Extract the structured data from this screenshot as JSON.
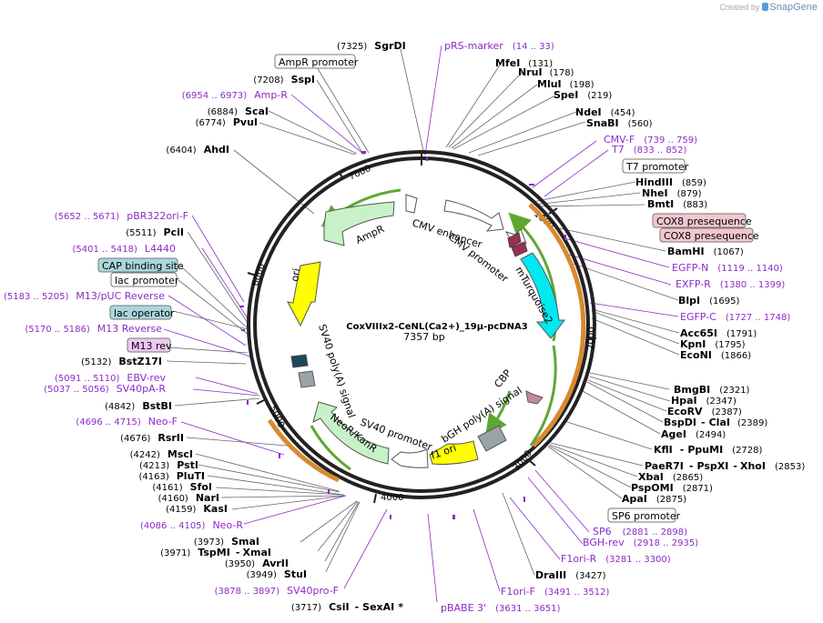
{
  "credit": {
    "prefix": "Created by",
    "brand": "SnapGene"
  },
  "map": {
    "name": "CoxVIIIx2-CeNL(Ca2+)_19μ-pcDNA3",
    "length": "7357 bp",
    "ticks": [
      "1000",
      "2000",
      "3000",
      "4000",
      "5000",
      "6000",
      "7000"
    ]
  },
  "features": {
    "cmv_enhancer": "CMV enhancer",
    "cmv_promoter": "CMV promoter",
    "mturquoise2": "mTurquoise2",
    "cbp": "CBP",
    "bgh": "bGH poly(A) signal",
    "f1_ori": "f1 ori",
    "sv40_promoter": "SV40 promoter",
    "neor": "NeoR/KanR",
    "sv40_polya": "SV40 poly(A) signal",
    "ori": "ori",
    "ampr": "AmpR"
  },
  "labels": {
    "sgrdi": {
      "pos": "(7325)",
      "name": "SgrDI"
    },
    "prs": {
      "name": "pRS-marker",
      "pos": "(14 .. 33)"
    },
    "mfei": {
      "name": "MfeI",
      "pos": "(131)"
    },
    "nrui": {
      "name": "NruI",
      "pos": "(178)"
    },
    "mlui": {
      "name": "MluI",
      "pos": "(198)"
    },
    "spei": {
      "name": "SpeI",
      "pos": "(219)"
    },
    "ndei": {
      "name": "NdeI",
      "pos": "(454)"
    },
    "snabi": {
      "name": "SnaBI",
      "pos": "(560)"
    },
    "cmvf": {
      "name": "CMV-F",
      "pos": "(739 .. 759)"
    },
    "t7": {
      "name": "T7",
      "pos": "(833 .. 852)"
    },
    "t7prom": {
      "name": "T7 promoter"
    },
    "hindiii": {
      "name": "HindIII",
      "pos": "(859)"
    },
    "nhei": {
      "name": "NheI",
      "pos": "(879)"
    },
    "bmti": {
      "name": "BmtI",
      "pos": "(883)"
    },
    "cox8a": {
      "name": "COX8 presequence"
    },
    "cox8b": {
      "name": "COX8 presequence"
    },
    "bamhi": {
      "name": "BamHI",
      "pos": "(1067)"
    },
    "egfpn": {
      "name": "EGFP-N",
      "pos": "(1119 .. 1140)"
    },
    "exfpr": {
      "name": "EXFP-R",
      "pos": "(1380 .. 1399)"
    },
    "blpi": {
      "name": "BlpI",
      "pos": "(1695)"
    },
    "egfpc": {
      "name": "EGFP-C",
      "pos": "(1727 .. 1748)"
    },
    "acc65i": {
      "name": "Acc65I",
      "pos": "(1791)"
    },
    "kpni": {
      "name": "KpnI",
      "pos": "(1795)"
    },
    "econi": {
      "name": "EcoNI",
      "pos": "(1866)"
    },
    "bmgbi": {
      "name": "BmgBI",
      "pos": "(2321)"
    },
    "hpai": {
      "name": "HpaI",
      "pos": "(2347)"
    },
    "ecorv": {
      "name": "EcoRV",
      "pos": "(2387)"
    },
    "bspdi": {
      "name": "BspDI",
      "sep": "-",
      "name2": "ClaI",
      "pos": "(2389)"
    },
    "agei": {
      "name": "AgeI",
      "pos": "(2494)"
    },
    "kfli": {
      "name": "KflI",
      "sep": "-",
      "name2": "PpuMI",
      "pos": "(2728)"
    },
    "paer7i": {
      "name": "PaeR7I",
      "sep": "-",
      "name2": "PspXI",
      "sep2": "-",
      "name3": "XhoI",
      "pos": "(2853)"
    },
    "xbai": {
      "name": "XbaI",
      "pos": "(2865)"
    },
    "pspomi": {
      "name": "PspOMI",
      "pos": "(2871)"
    },
    "apai": {
      "name": "ApaI",
      "pos": "(2875)"
    },
    "sp6prom": {
      "name": "SP6 promoter"
    },
    "sp6": {
      "name": "SP6",
      "pos": "(2881 .. 2898)"
    },
    "bghrev": {
      "name": "BGH-rev",
      "pos": "(2918 .. 2935)"
    },
    "f1orir": {
      "name": "F1ori-R",
      "pos": "(3281 .. 3300)"
    },
    "draiii": {
      "name": "DraIII",
      "pos": "(3427)"
    },
    "f1orif": {
      "name": "F1ori-F",
      "pos": "(3491 .. 3512)"
    },
    "pbabe": {
      "name": "pBABE 3'",
      "pos": "(3631 .. 3651)"
    },
    "csii": {
      "pos": "(3717)",
      "name": "CsiI",
      "sep": "-",
      "name2": "SexAI",
      "star": "*"
    },
    "sv40prof": {
      "pos": "(3878 .. 3897)",
      "name": "SV40pro-F"
    },
    "stui": {
      "pos": "(3949)",
      "name": "StuI"
    },
    "avrii": {
      "pos": "(3950)",
      "name": "AvrII"
    },
    "tspmi": {
      "pos": "(3971)",
      "name": "TspMI",
      "sep": "-",
      "name2": "XmaI"
    },
    "smai": {
      "pos": "(3973)",
      "name": "SmaI"
    },
    "neor_pr": {
      "pos": "(4086 .. 4105)",
      "name": "Neo-R"
    },
    "kasi": {
      "pos": "(4159)",
      "name": "KasI"
    },
    "nari": {
      "pos": "(4160)",
      "name": "NarI"
    },
    "sfoi": {
      "pos": "(4161)",
      "name": "SfoI"
    },
    "pluti": {
      "pos": "(4163)",
      "name": "PluTI"
    },
    "psti": {
      "pos": "(4213)",
      "name": "PstI"
    },
    "msci": {
      "pos": "(4242)",
      "name": "MscI"
    },
    "rsrii": {
      "pos": "(4676)",
      "name": "RsrII"
    },
    "neof": {
      "pos": "(4696 .. 4715)",
      "name": "Neo-F"
    },
    "bstbi": {
      "pos": "(4842)",
      "name": "BstBI"
    },
    "sv40par": {
      "pos": "(5037 .. 5056)",
      "name": "SV40pA-R"
    },
    "ebvrev": {
      "pos": "(5091 .. 5110)",
      "name": "EBV-rev"
    },
    "bstz17i": {
      "pos": "(5132)",
      "name": "BstZ17I"
    },
    "m13rev_box": {
      "name": "M13 rev"
    },
    "m13reverse": {
      "pos": "(5170 .. 5186)",
      "name": "M13 Reverse"
    },
    "lacop": {
      "name": "lac operator"
    },
    "m13puc": {
      "pos": "(5183 .. 5205)",
      "name": "M13/pUC Reverse"
    },
    "lacprom": {
      "name": "lac promoter"
    },
    "cap": {
      "name": "CAP binding site"
    },
    "l4440": {
      "pos": "(5401 .. 5418)",
      "name": "L4440"
    },
    "pcii": {
      "pos": "(5511)",
      "name": "PciI"
    },
    "pbr322": {
      "pos": "(5652 .. 5671)",
      "name": "pBR322ori-F"
    },
    "ahdi": {
      "pos": "(6404)",
      "name": "AhdI"
    },
    "pvui": {
      "pos": "(6774)",
      "name": "PvuI"
    },
    "scai": {
      "pos": "(6884)",
      "name": "ScaI"
    },
    "ampr_pr": {
      "pos": "(6954 .. 6973)",
      "name": "Amp-R"
    },
    "sspi": {
      "pos": "(7208)",
      "name": "SspI"
    },
    "amprprom": {
      "name": "AmpR promoter"
    }
  },
  "colors": {
    "backbone": "#222222",
    "primer": "#8c2bc6",
    "orf_green": "#5ea832",
    "orange": "#d98a2f",
    "cyan": "#00e8f0",
    "yellow": "#ffff00",
    "promoter_fill": "#ffffff",
    "polya_fill": "#c7f2c7",
    "cox8_fill": "#f2c7d0",
    "cap_fill": "#a8d8dc",
    "m13_fill": "#eec8f2",
    "cbp_fill": "#c58a9d",
    "f1_fill": "#9aa4a8"
  }
}
